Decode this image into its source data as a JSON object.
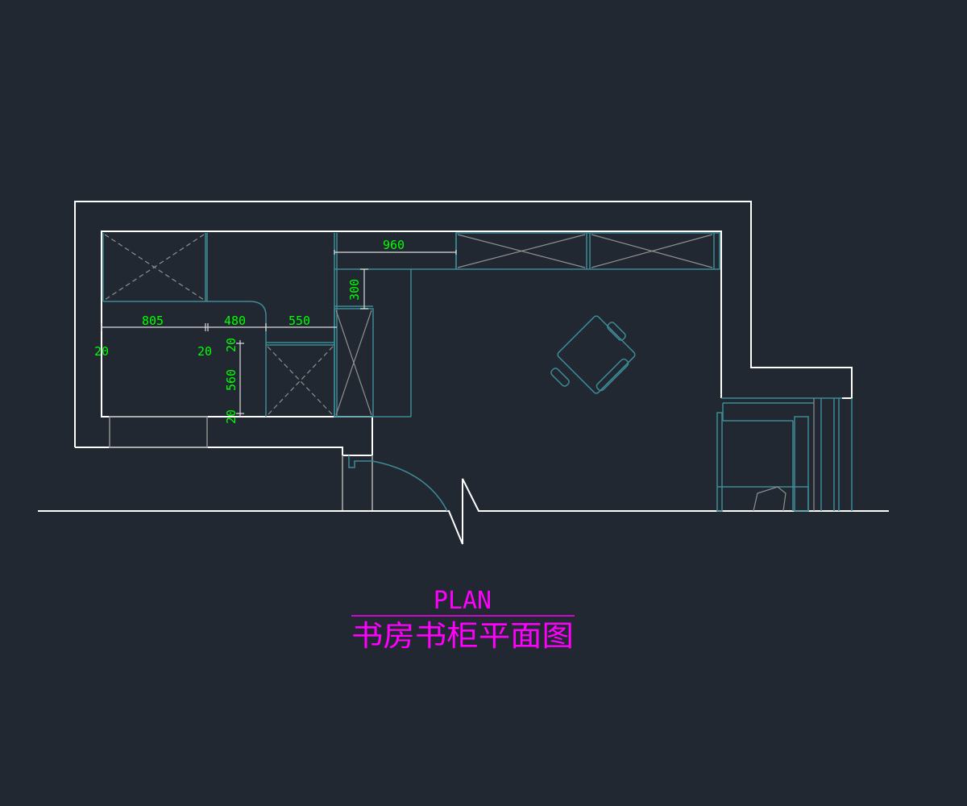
{
  "drawing": {
    "colors": {
      "background": "#222831",
      "wall": "#ffffff",
      "cabinet": "#3d8b96",
      "hatch": "#8f8f8f",
      "dimension": "#00ff00",
      "title": "#ff00ff"
    },
    "dimensions": {
      "top_run": "960",
      "top_depth": "300",
      "left_width": "805",
      "mid_width": "480",
      "right_width": "550",
      "gap_left": "20",
      "gap_mid": "20",
      "gap_top": "20",
      "depth": "560",
      "gap_bottom": "20"
    },
    "title": {
      "en": "PLAN",
      "cn": "书房书柜平面图"
    }
  }
}
